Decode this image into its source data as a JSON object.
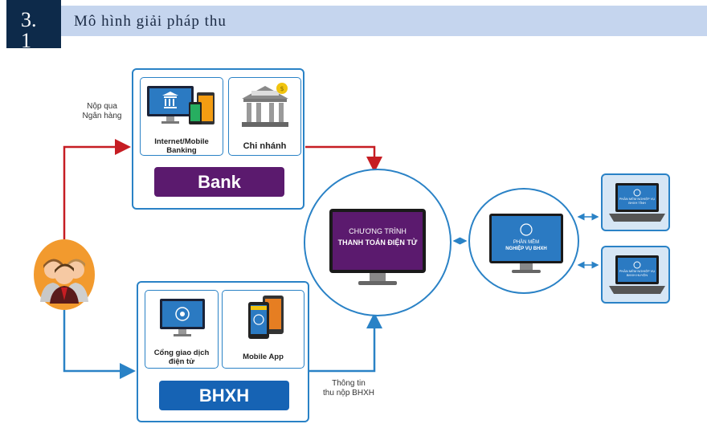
{
  "header": {
    "number": "3.\n1",
    "title": "Mô hình giải pháp thu"
  },
  "bank_channel": {
    "arrow_label": "Nộp qua\nNgân hàng",
    "cards": [
      {
        "label": "Internet/Mobile\nBanking"
      },
      {
        "label": "Chi nhánh"
      }
    ],
    "button": "Bank"
  },
  "bhxh_channel": {
    "cards": [
      {
        "label": "Cổng giao dịch\nđiện tử"
      },
      {
        "label": "Mobile App"
      }
    ],
    "button": "BHXH",
    "return_label": "Thông tin\nthu nộp BHXH"
  },
  "center": {
    "line1": "CHƯƠNG TRÌNH",
    "line2": "THANH TOÁN ĐIỆN TỬ"
  },
  "software": {
    "line1": "PHẦN MỀM",
    "line2": "NGHIỆP VỤ BHXH"
  },
  "laptops": [
    {
      "text": "PHẦN MỀM NGHIỆP VỤ BHXH TỈNH"
    },
    {
      "text": "PHẦN MỀM NGHIỆP VỤ BHXH HUYỆN"
    }
  ],
  "colors": {
    "bank_purple": "#5b1a6e",
    "bhxh_blue": "#1663b4",
    "arrow_red": "#c61d23",
    "arrow_blue": "#2a82c6",
    "header_bg": "#c5d5ee",
    "number_bg": "#0d2a4a"
  }
}
